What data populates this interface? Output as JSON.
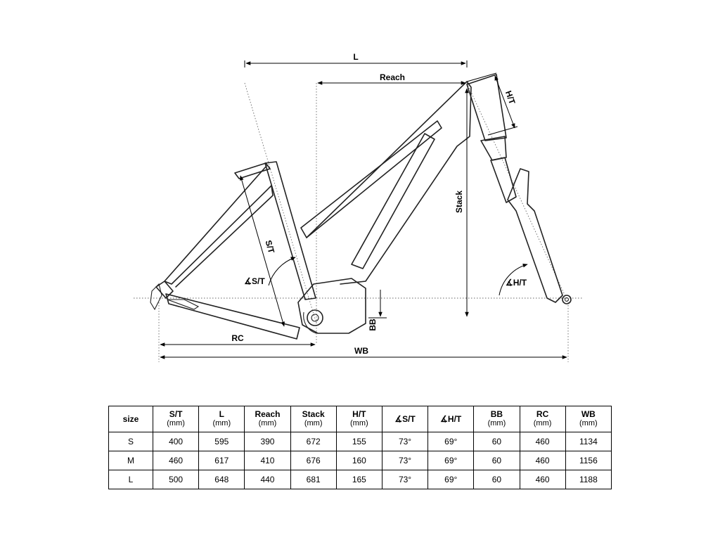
{
  "labels": {
    "length": "L",
    "reach": "Reach",
    "head_tube": "H/T",
    "stack": "Stack",
    "seat_tube": "S/T",
    "seat_angle": "∡S/T",
    "head_angle": "∡H/T",
    "bottom_bracket": "BB",
    "rear_center": "RC",
    "wheelbase": "WB"
  },
  "table": {
    "size_header": "size",
    "columns": [
      {
        "name": "S/T",
        "unit": "(mm)"
      },
      {
        "name": "L",
        "unit": "(mm)"
      },
      {
        "name": "Reach",
        "unit": "(mm)"
      },
      {
        "name": "Stack",
        "unit": "(mm)"
      },
      {
        "name": "H/T",
        "unit": "(mm)"
      },
      {
        "name": "∡S/T",
        "unit": ""
      },
      {
        "name": "∡H/T",
        "unit": ""
      },
      {
        "name": "BB",
        "unit": "(mm)"
      },
      {
        "name": "RC",
        "unit": "(mm)"
      },
      {
        "name": "WB",
        "unit": "(mm)"
      }
    ],
    "rows": [
      {
        "size": "S",
        "values": [
          "400",
          "595",
          "390",
          "672",
          "155",
          "73°",
          "69°",
          "60",
          "460",
          "1134"
        ]
      },
      {
        "size": "M",
        "values": [
          "460",
          "617",
          "410",
          "676",
          "160",
          "73°",
          "69°",
          "60",
          "460",
          "1156"
        ]
      },
      {
        "size": "L",
        "values": [
          "500",
          "648",
          "440",
          "681",
          "165",
          "73°",
          "69°",
          "60",
          "460",
          "1188"
        ]
      }
    ]
  }
}
